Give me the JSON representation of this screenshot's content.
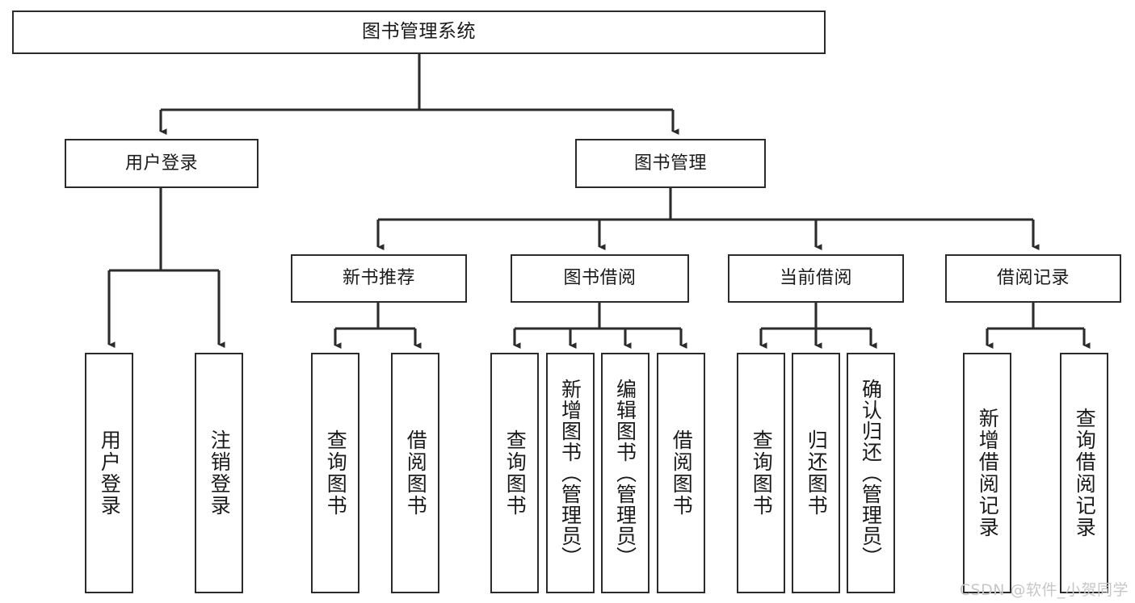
{
  "diagram": {
    "title": "图书管理系统",
    "type": "tree",
    "watermark": "CSDN @软件_小贺同学",
    "colors": {
      "background": "#ffffff",
      "box_fill": "#ffffff",
      "box_stroke": "#2b2b2b",
      "connector": "#2b2b2b",
      "text": "#1a1a1a",
      "watermark": "#c7c7c7"
    },
    "nodes": {
      "root": {
        "label": "图书管理系统"
      },
      "level2": [
        {
          "id": "user-login",
          "label": "用户登录"
        },
        {
          "id": "book-manage",
          "label": "图书管理"
        }
      ],
      "level3": [
        {
          "id": "new-book-recommend",
          "label": "新书推荐"
        },
        {
          "id": "book-borrow",
          "label": "图书借阅"
        },
        {
          "id": "current-borrow",
          "label": "当前借阅"
        },
        {
          "id": "borrow-record",
          "label": "借阅记录"
        }
      ],
      "leaves": {
        "user-login": [
          {
            "id": "leaf-user-login",
            "label": "用户登录"
          },
          {
            "id": "leaf-logout",
            "label": "注销登录"
          }
        ],
        "new-book-recommend": [
          {
            "id": "leaf-query-book-1",
            "label": "查询图书"
          },
          {
            "id": "leaf-borrow-book-1",
            "label": "借阅图书"
          }
        ],
        "book-borrow": [
          {
            "id": "leaf-query-book-2",
            "label": "查询图书"
          },
          {
            "id": "leaf-add-book",
            "label": "新增图书（管理员）"
          },
          {
            "id": "leaf-edit-book",
            "label": "编辑图书（管理员）"
          },
          {
            "id": "leaf-borrow-book-2",
            "label": "借阅图书"
          }
        ],
        "current-borrow": [
          {
            "id": "leaf-query-book-3",
            "label": "查询图书"
          },
          {
            "id": "leaf-return-book",
            "label": "归还图书"
          },
          {
            "id": "leaf-confirm-return",
            "label": "确认归还（管理员）"
          }
        ],
        "borrow-record": [
          {
            "id": "leaf-add-record",
            "label": "新增借阅记录"
          },
          {
            "id": "leaf-query-record",
            "label": "查询借阅记录"
          }
        ]
      }
    }
  }
}
